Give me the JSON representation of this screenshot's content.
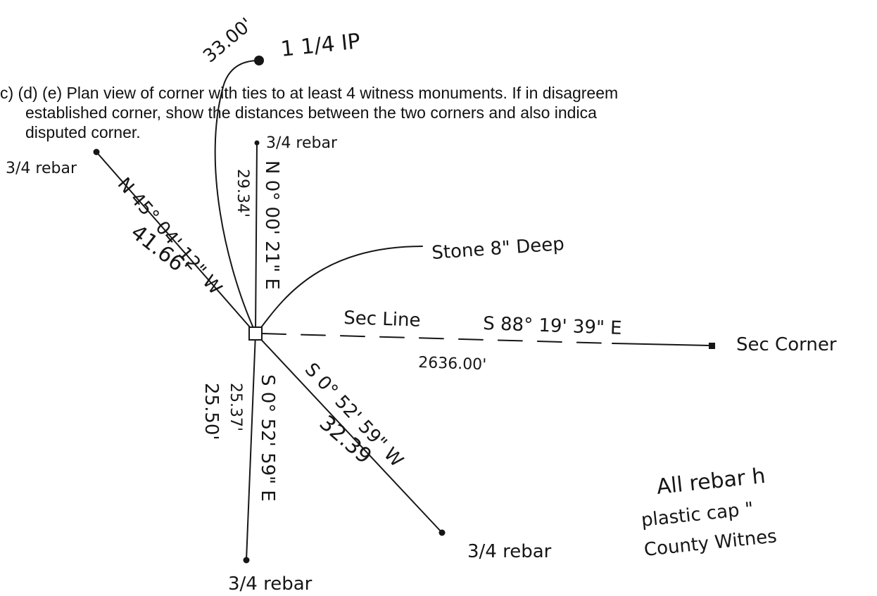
{
  "instructions": {
    "line1": "c) (d) (e) Plan view of corner with ties to at least 4 witness monuments. If in disagreem",
    "line2": "established corner, show the distances between the two corners and also indica",
    "line3": "disputed corner."
  },
  "monuments": {
    "pipe": "1 1/4 IP",
    "rebar_nw": "3/4 rebar",
    "rebar_n": "3/4 rebar",
    "rebar_se": "3/4 rebar",
    "rebar_s": "3/4 rebar",
    "sec_corner": "Sec Corner",
    "stone": "Stone 8\" Deep"
  },
  "ties": {
    "pipe_distance": "33.00'",
    "nw_bearing": "N 45° 04' 12\" W",
    "nw_distance": "41.66'",
    "n_bearing": "N 0° 00' 21\" E",
    "n_distance": "29.34'",
    "se_bearing": "S 0° 52' 59\" W",
    "se_distance": "32.39",
    "s_bearing": "S 0° 52' 59\" E",
    "s_distance_a": "25.37'",
    "s_distance_b": "25.50'"
  },
  "section_line": {
    "label": "Sec Line",
    "bearing": "S 88° 19' 39\" E",
    "distance": "2636.00'"
  },
  "note": {
    "line1": "All rebar h",
    "line2": "plastic cap \"",
    "line3": "County Witnes"
  }
}
